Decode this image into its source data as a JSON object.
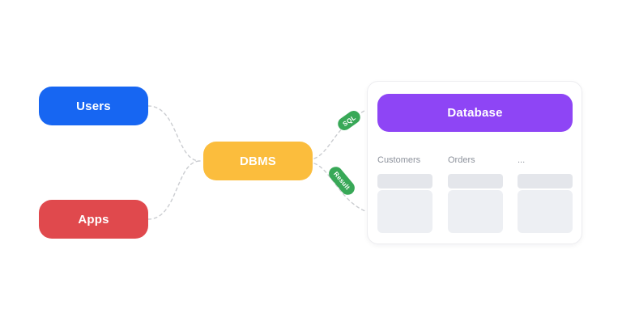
{
  "diagram": {
    "nodes": {
      "users": {
        "label": "Users",
        "color": "#1766f2"
      },
      "apps": {
        "label": "Apps",
        "color": "#e0494d"
      },
      "dbms": {
        "label": "DBMS",
        "color": "#fbbd3d"
      },
      "database": {
        "label": "Database",
        "color": "#8e45f5"
      }
    },
    "edges": {
      "sql": {
        "label": "SQL",
        "color": "#38a857"
      },
      "result": {
        "label": "Result",
        "color": "#38a857"
      },
      "connector_color": "#cbcdd1",
      "style": "dashed"
    },
    "panel": {
      "tables": [
        {
          "name": "Customers"
        },
        {
          "name": "Orders"
        },
        {
          "name": "..."
        }
      ],
      "placeholder_header_color": "#e4e6eb",
      "placeholder_body_color": "#edeff3"
    }
  }
}
